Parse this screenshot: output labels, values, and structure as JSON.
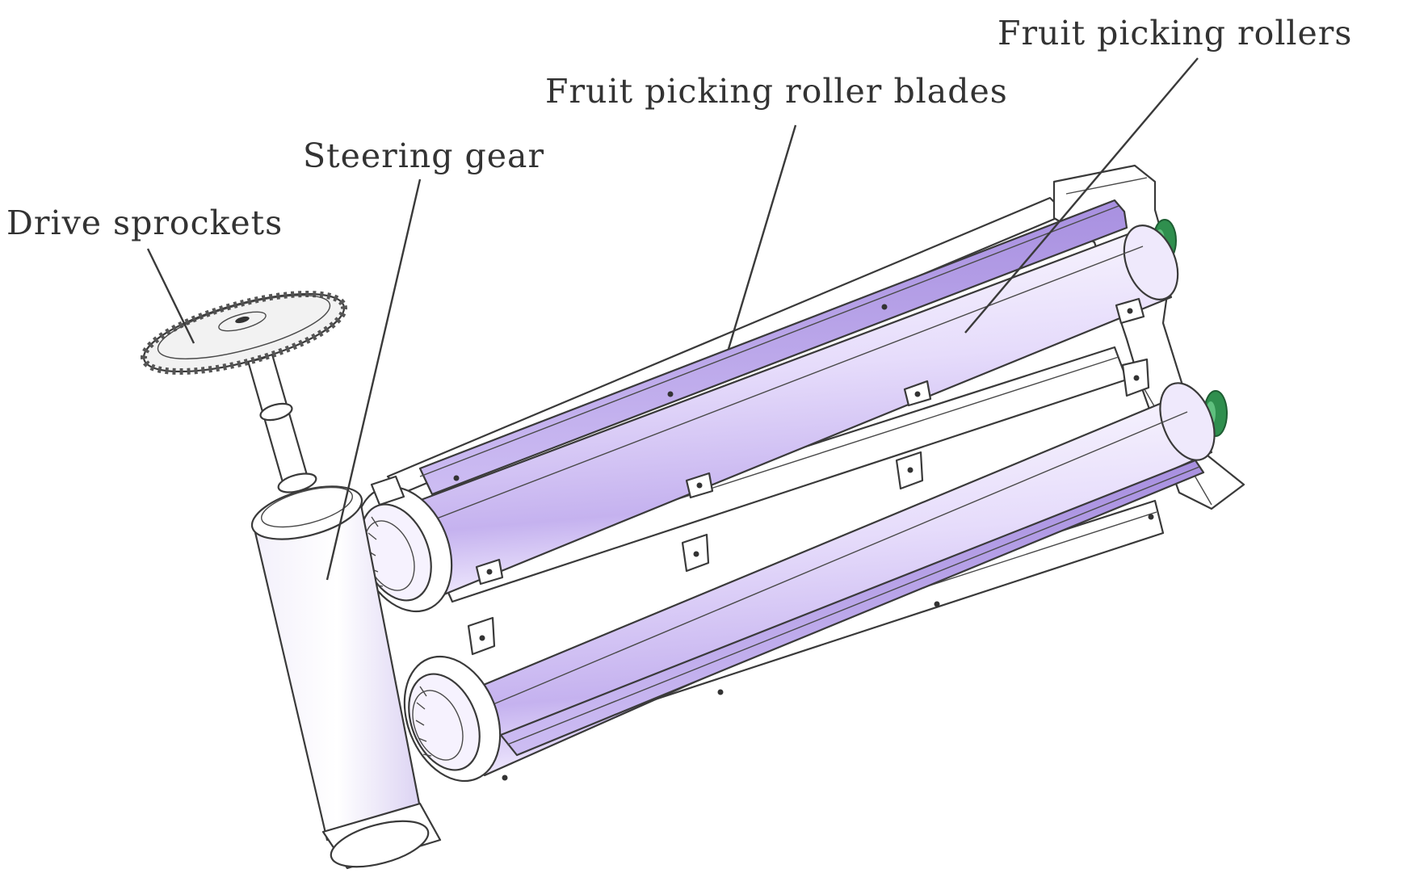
{
  "labels": {
    "drive_sprockets": "Drive sprockets",
    "steering_gear": "Steering gear",
    "fruit_picking_roller_blades": "Fruit picking roller blades",
    "fruit_picking_rollers": "Fruit picking rollers"
  },
  "colors": {
    "roller_fill": "#c9b8f0",
    "roller_highlight": "#ffffff",
    "blade_fill": "#b39ce6",
    "part_outline": "#3a3a3a",
    "bearing_green": "#2f8f4e",
    "background": "#ffffff"
  }
}
